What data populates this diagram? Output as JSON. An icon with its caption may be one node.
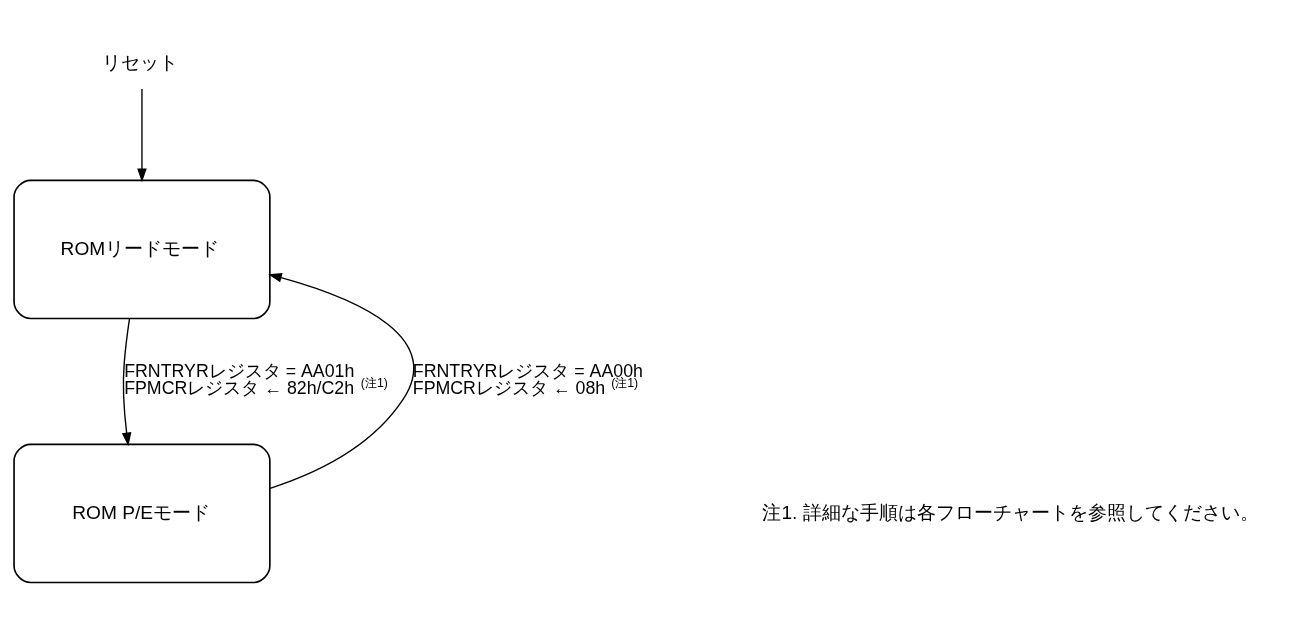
{
  "diagram": {
    "nodes": [
      {
        "text": [
          "リセット"
        ]
      },
      {
        "text": [
          "ROMリードモード"
        ]
      },
      {
        "text": [
          "ROM P/Eモード"
        ]
      }
    ],
    "edges": [
      {
        "from": 0,
        "to": 1,
        "arrow": "to"
      },
      {
        "from": 2,
        "to": 1,
        "arrow": "to",
        "label": "FRNTRYRレジスタ = AA00h FPMCRレジスタ ← 08h$^{(注1)}$"
      },
      {
        "from": 1,
        "to": 2,
        "arrow": "to",
        "label": "FRNTRYRレジスタ = AA01h FPMCRレジスタ ← 82h/C2h$^{(注1)}$"
      }
    ],
    "labels": [
      "注1. 詳細な手順は各フローチャートを参照してください。"
    ]
  }
}
